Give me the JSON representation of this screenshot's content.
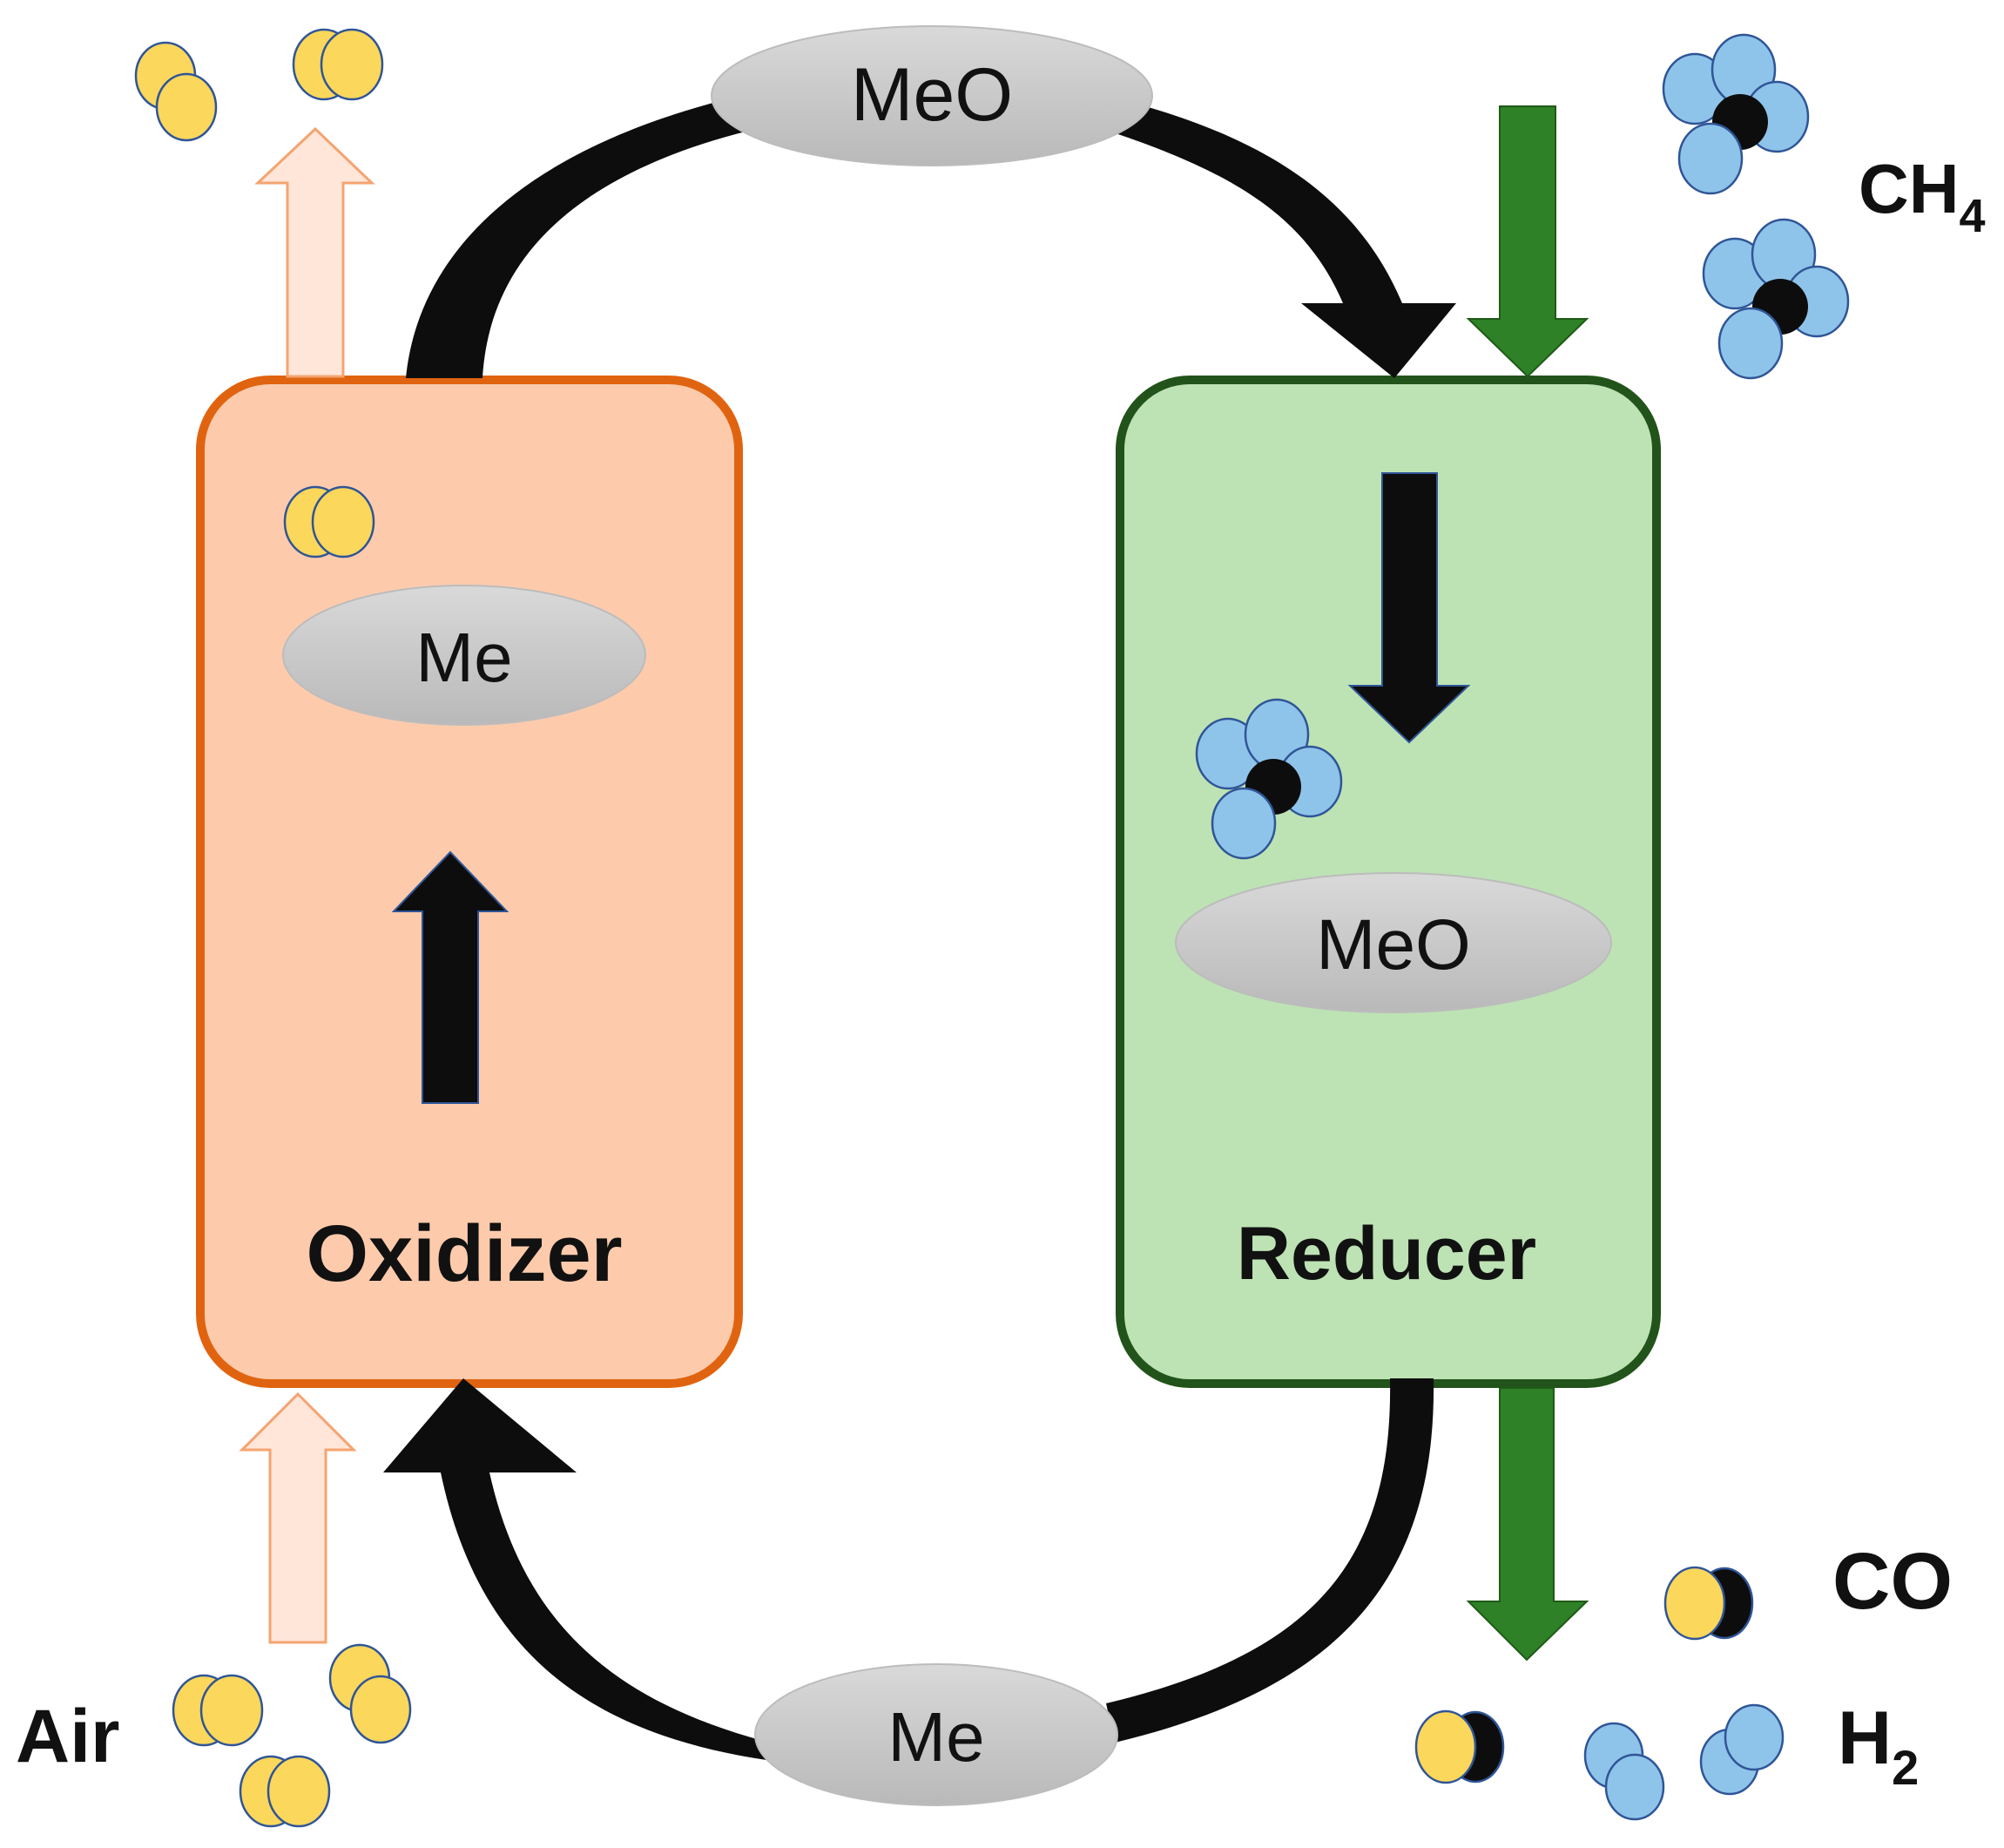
{
  "reactors": {
    "oxidizer": {
      "label": "Oxidizer",
      "particle": "Me"
    },
    "reducer": {
      "label": "Reducer",
      "particle": "MeO"
    }
  },
  "loop": {
    "top_particle": "MeO",
    "bottom_particle": "Me"
  },
  "gases": {
    "ch4": {
      "formula": "CH",
      "subscript": "4"
    },
    "co": {
      "formula": "CO"
    },
    "h2": {
      "formula": "H",
      "subscript": "2"
    },
    "air": {
      "label": "Air"
    }
  },
  "colors": {
    "oxidizer_fill": "#fdcbac",
    "oxidizer_border": "#e06410",
    "reducer_fill": "#bde3b4",
    "reducer_border": "#22531a",
    "green_arrow": "#2e8126",
    "air_arrow_fill": "#ffe6d9",
    "air_arrow_border": "#f4a471",
    "oxygen_atom": "#fbd75b",
    "hydrogen_atom": "#8fc4ea",
    "carbon_atom": "#0d0d0d",
    "particle_fill": "#c9c9c9"
  },
  "icons": [
    "o2-molecule-icon",
    "ch4-molecule-icon",
    "co-molecule-icon",
    "h2-molecule-icon"
  ]
}
